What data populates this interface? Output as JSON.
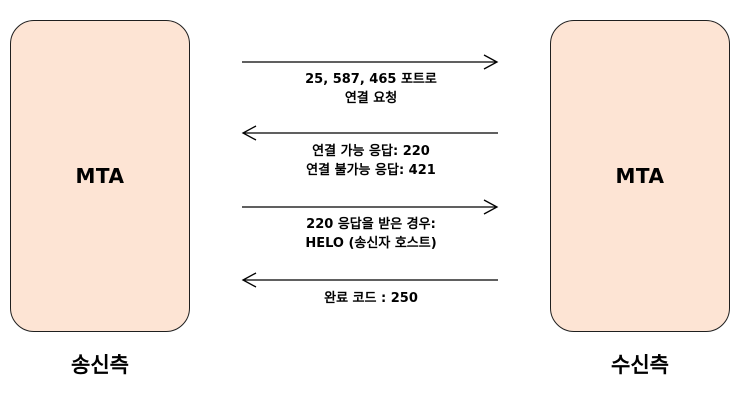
{
  "colors": {
    "box_fill": "#fde4d4",
    "box_border": "#1f1f1f",
    "arrow": "#000000"
  },
  "sender": {
    "box_label": "MTA",
    "caption": "송신측"
  },
  "receiver": {
    "box_label": "MTA",
    "caption": "수신측"
  },
  "messages": [
    {
      "direction": "right",
      "lines": [
        "25, 587, 465 포트로",
        "연결 요청"
      ]
    },
    {
      "direction": "left",
      "lines": [
        "연결 가능 응답: 220",
        "연결 불가능 응답: 421"
      ]
    },
    {
      "direction": "right",
      "lines": [
        "220 응답을 받은 경우:",
        "HELO (송신자 호스트)"
      ]
    },
    {
      "direction": "left",
      "lines": [
        "완료 코드 : 250"
      ]
    }
  ]
}
